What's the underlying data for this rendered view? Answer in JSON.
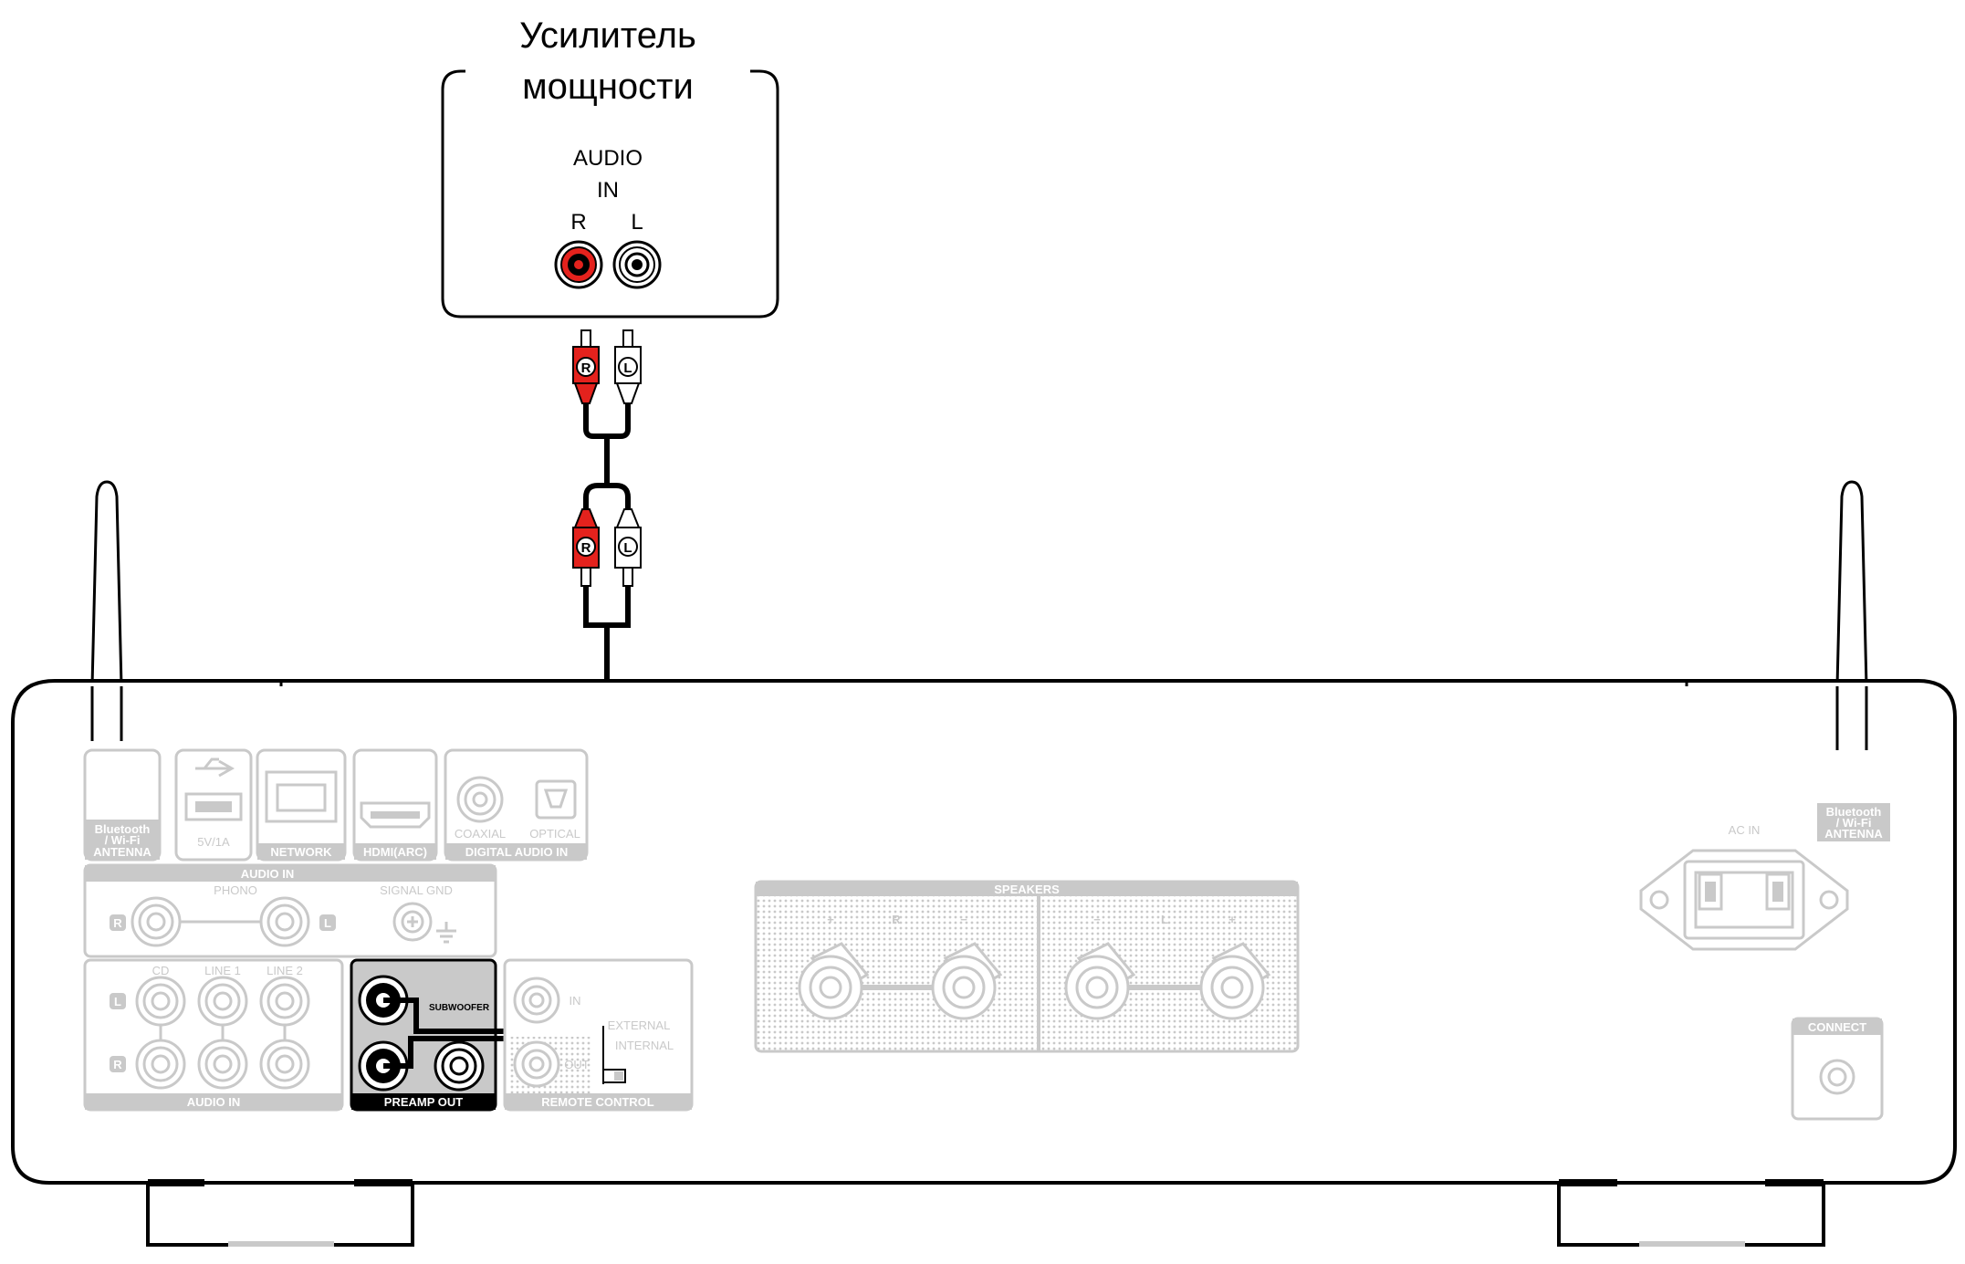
{
  "amplifier": {
    "title_line1": "Усилитель",
    "title_line2": "мощности",
    "input_label_line1": "AUDIO",
    "input_label_line2": "IN",
    "right_label": "R",
    "left_label": "L"
  },
  "cable": {
    "right_plug": "R",
    "left_plug": "L"
  },
  "rear_panel": {
    "bt_antenna_left": [
      "Bluetooth",
      "/ Wi-Fi",
      "ANTENNA"
    ],
    "bt_antenna_right": [
      "Bluetooth",
      "/ Wi-Fi",
      "ANTENNA"
    ],
    "usb_rating": "5V/1A",
    "network": "NETWORK",
    "hdmi": "HDMI(ARC)",
    "coaxial": "COAXIAL",
    "optical": "OPTICAL",
    "digital_audio_in": "DIGITAL AUDIO IN",
    "audio_in_top": "AUDIO IN",
    "phono": "PHONO",
    "signal_gnd": "SIGNAL GND",
    "phono_r": "R",
    "phono_l": "L",
    "cd": "CD",
    "line1": "LINE 1",
    "line2": "LINE 2",
    "analog_l": "L",
    "analog_r": "R",
    "audio_in_bottom": "AUDIO IN",
    "subwoofer": "SUBWOOFER",
    "preamp_out": "PREAMP OUT",
    "remote_in": "IN",
    "remote_out": "OUT",
    "external": "EXTERNAL",
    "internal": "INTERNAL",
    "remote_control": "REMOTE CONTROL",
    "speakers": "SPEAKERS",
    "spk_plus": "+",
    "spk_minus": "−",
    "spk_r": "R",
    "spk_l": "L",
    "ac_in": "AC IN",
    "connect": "CONNECT"
  },
  "colors": {
    "red_jack": "#e4221d",
    "panel_gray": "#c9c9c9",
    "outline": "#000000"
  }
}
